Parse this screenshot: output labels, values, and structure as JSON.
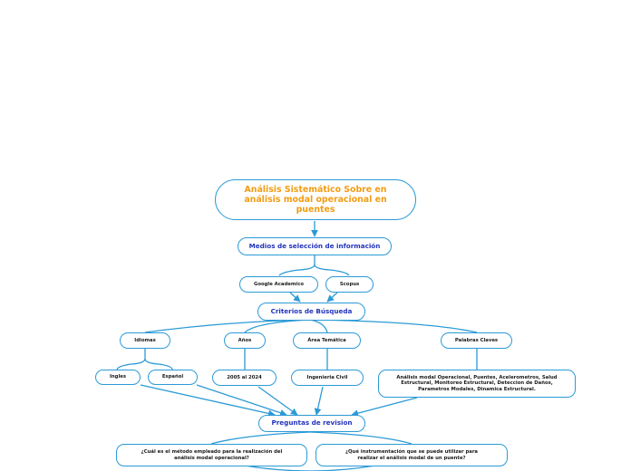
{
  "colors": {
    "line": "#2b9ad6",
    "title": "#f39c12",
    "heading": "#2233bb",
    "leaf_text": "#1a1a1a"
  },
  "nodes": {
    "title": "Análisis Sistemático Sobre en análisis modal operacional en puentes",
    "medios": "Medios de selección de información",
    "google": "Google Academico",
    "scopus": "Scopus",
    "criterios": "Criterios de Búsqueda",
    "idiomas": "Idiomas",
    "anos": "Años",
    "area": "Área Temática",
    "palabras": "Palabras Claves",
    "ingles": "Ingles",
    "espanol": "Español",
    "rango": "2005 al 2024",
    "ingenieria": "Ingenieria Civil",
    "keywords": "Análisis modal Operacional, Puentes, Acelerometros, Salud Estructural, Monitoreo Estructural, Deteccion de Daños, Parametros Modales, Dinamica Estructural.",
    "preguntas": "Preguntas de revision",
    "q1": "¿Cuál es el método empleado para la realización del análisis modal operacional?",
    "q2": "¿Qué instrumentación que se puede utilizar para realizar el análisis modal de un puente?"
  }
}
